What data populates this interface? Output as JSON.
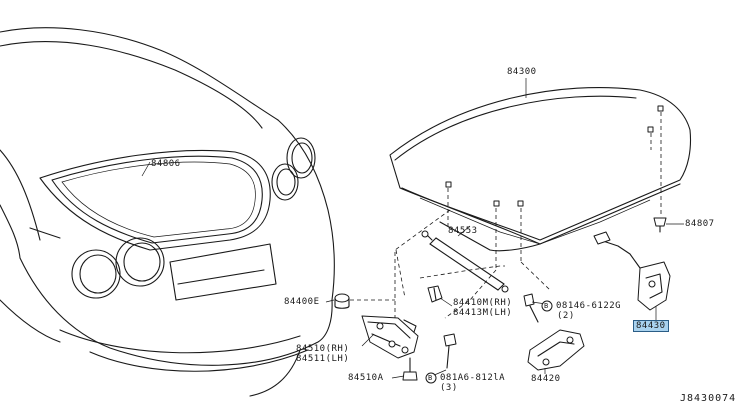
{
  "part_labels": {
    "p84806": "84806",
    "p84300": "84300",
    "p84807": "84807",
    "p84553": "84553",
    "p84400e": "84400E",
    "p84410m": "84410M(RH)",
    "p84413m": "84413M(LH)",
    "p08146": "08146-6122G",
    "p08146_qty": "(2)",
    "p84510": "84510(RH)",
    "p84511": "84511(LH)",
    "p84510a": "84510A",
    "p081a6": "081A6-812lA",
    "p081a6_qty": "(3)",
    "p84420": "84420",
    "p84430": "84430"
  },
  "bolt_markers": {
    "b": "B"
  },
  "diagram_id": "J8430074",
  "highlight_color": "#a9d2ee"
}
